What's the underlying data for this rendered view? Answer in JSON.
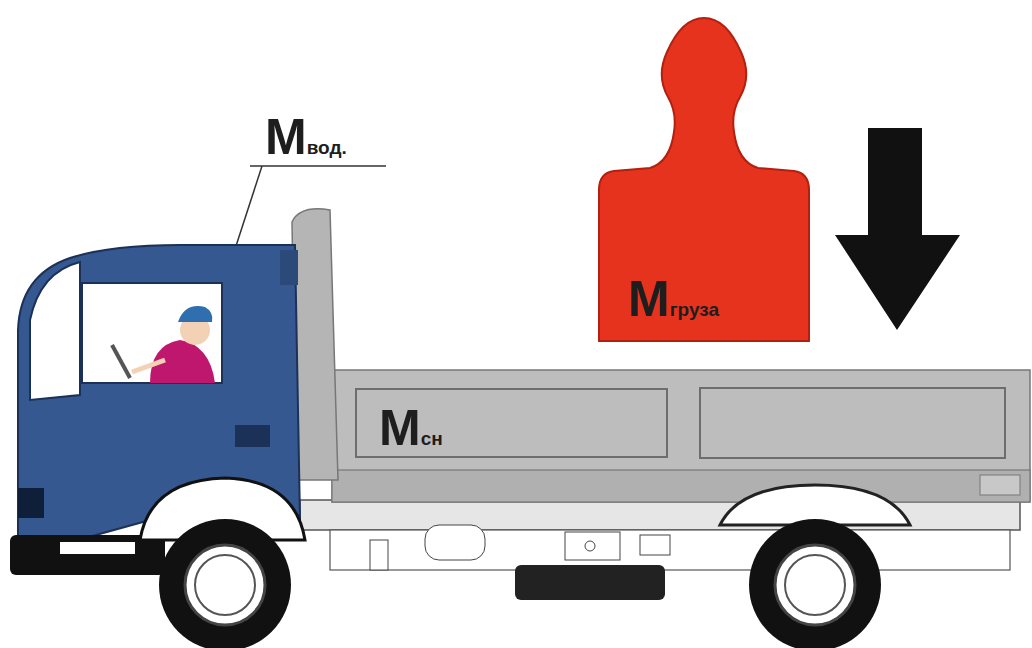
{
  "diagram": {
    "nodes": [
      {
        "text": [
          "Mгруза"
        ]
      },
      {
        "text": [
          "Mсн"
        ]
      }
    ],
    "labels": [
      "Mвод."
    ]
  }
}
